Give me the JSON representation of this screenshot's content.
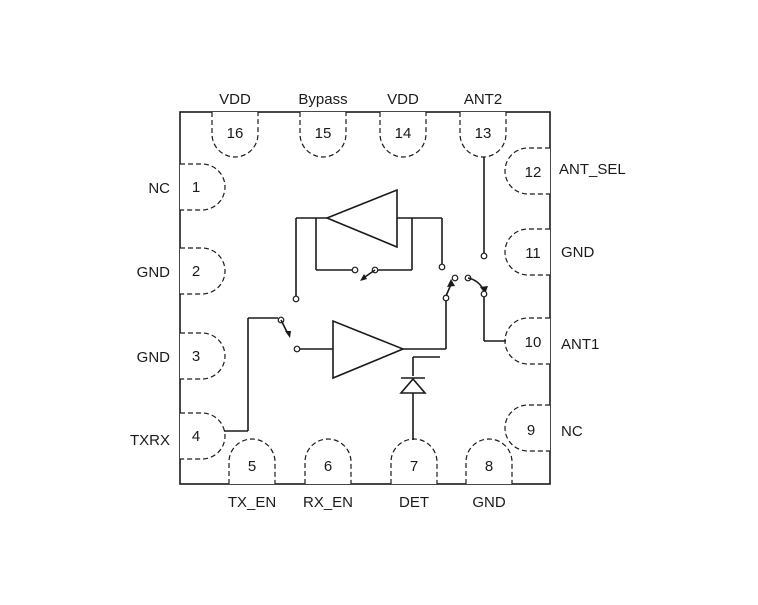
{
  "pins": [
    {
      "number": "1",
      "label": "NC"
    },
    {
      "number": "2",
      "label": "GND"
    },
    {
      "number": "3",
      "label": "GND"
    },
    {
      "number": "4",
      "label": "TXRX"
    },
    {
      "number": "5",
      "label": "TX_EN"
    },
    {
      "number": "6",
      "label": "RX_EN"
    },
    {
      "number": "7",
      "label": "DET"
    },
    {
      "number": "8",
      "label": "GND"
    },
    {
      "number": "9",
      "label": "NC"
    },
    {
      "number": "10",
      "label": "ANT1"
    },
    {
      "number": "11",
      "label": "GND"
    },
    {
      "number": "12",
      "label": "ANT_SEL"
    },
    {
      "number": "13",
      "label": "ANT2"
    },
    {
      "number": "14",
      "label": "VDD"
    },
    {
      "number": "15",
      "label": "Bypass"
    },
    {
      "number": "16",
      "label": "VDD"
    }
  ]
}
